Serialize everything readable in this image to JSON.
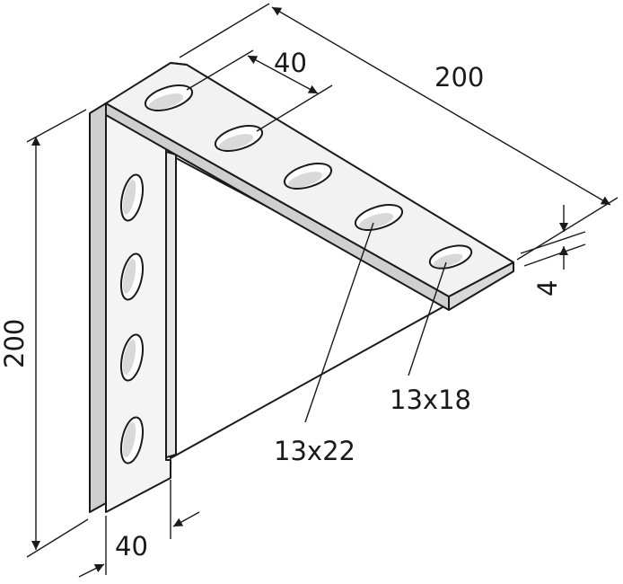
{
  "dimensions": {
    "top_length": "200",
    "slot_spacing": "40",
    "vertical_height": "200",
    "bottom_width": "40",
    "thickness": "4"
  },
  "callouts": {
    "slot_small": "13x18",
    "slot_large": "13x22"
  },
  "colors": {
    "stroke": "#1a1a1a",
    "metal_light": "#f2f2f2",
    "metal_mid": "#e3e3e3",
    "metal_dark": "#cfcfcf",
    "background": "#ffffff"
  }
}
